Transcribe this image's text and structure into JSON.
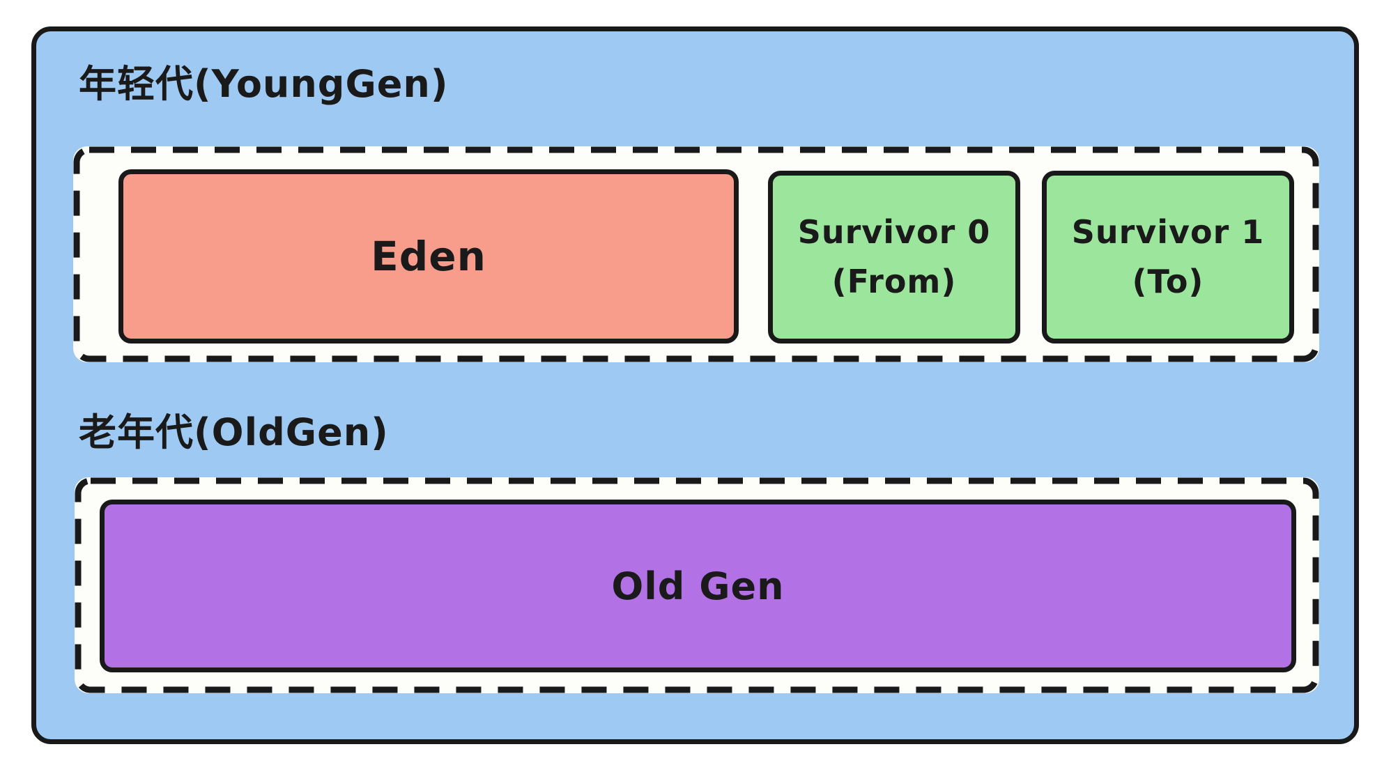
{
  "diagram": {
    "younggen": {
      "title": "年轻代(YoungGen)",
      "eden_label": "Eden",
      "survivor0_line1": "Survivor 0",
      "survivor0_line2": "(From)",
      "survivor1_line1": "Survivor 1",
      "survivor1_line2": "(To)"
    },
    "oldgen": {
      "title": "老年代(OldGen)",
      "oldgen_label": "Old Gen"
    },
    "colors": {
      "container_bg": "#9dc9f2",
      "region_bg": "#fdfdfa",
      "eden_bg": "#f89c8c",
      "survivor_bg": "#9be69c",
      "oldgen_bg": "#b272e6",
      "border": "#191919",
      "text": "#1a1a1a"
    }
  }
}
